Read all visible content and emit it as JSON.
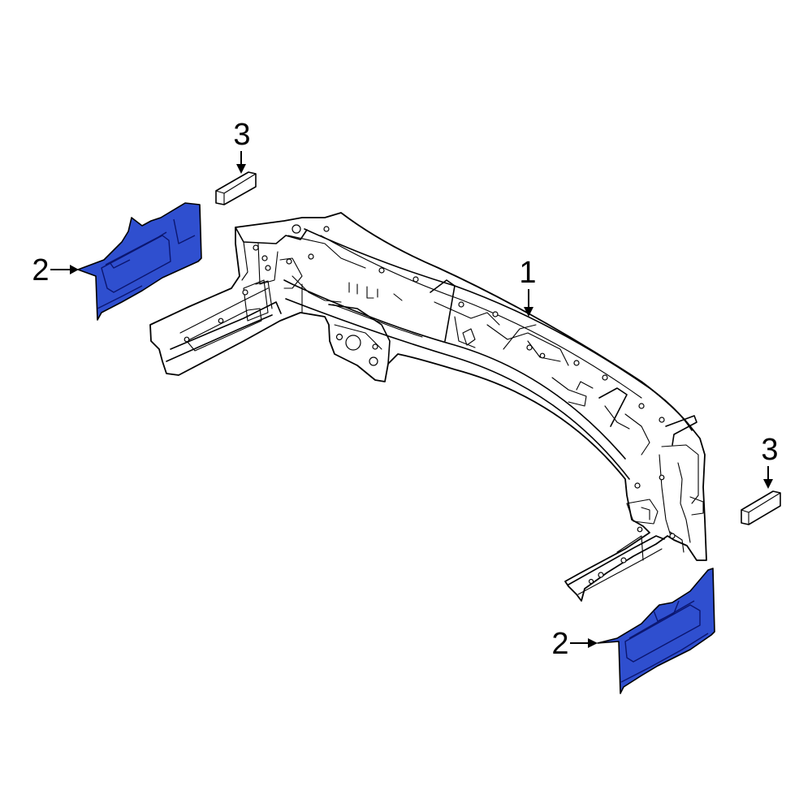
{
  "diagram": {
    "callouts": [
      {
        "id": "1",
        "label": "1"
      },
      {
        "id": "2a",
        "label": "2"
      },
      {
        "id": "2b",
        "label": "2"
      },
      {
        "id": "3a",
        "label": "3"
      },
      {
        "id": "3b",
        "label": "3"
      }
    ],
    "colors": {
      "highlight": "#2f4fcf",
      "highlight_dark": "#1e2f8f",
      "line": "#000000",
      "background": "#ffffff"
    }
  }
}
